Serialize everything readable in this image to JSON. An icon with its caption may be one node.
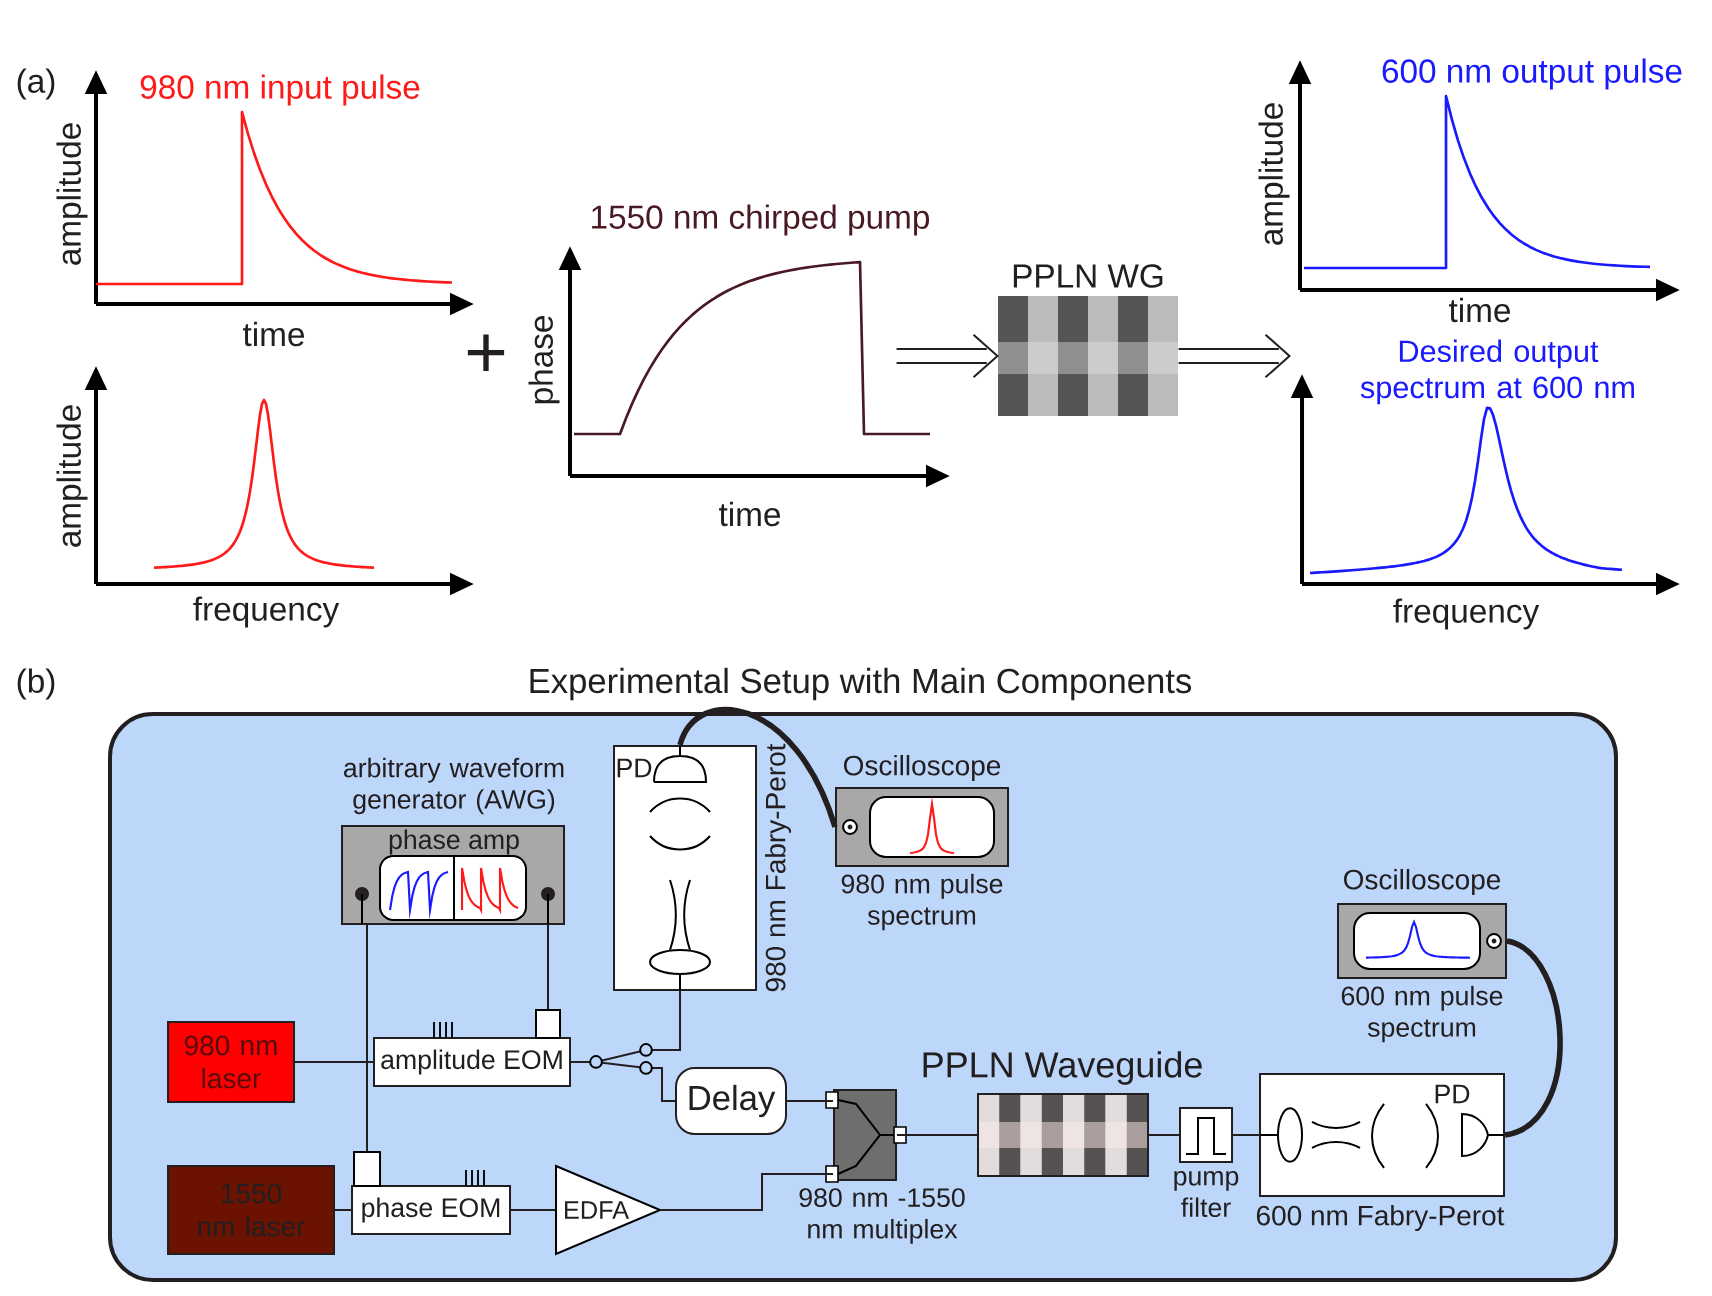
{
  "diagram": {
    "nodes": [
      {
        "text": [
          "980 nm input pulse",
          "amplitude",
          "time"
        ]
      },
      {
        "text": [
          "amplitude",
          "frequency"
        ]
      },
      {
        "text": [
          "1550 nm chirped pump",
          "phase",
          "time"
        ]
      },
      {
        "text": [
          "PPLN WG"
        ]
      },
      {
        "text": [
          "600 nm output pulse",
          "amplitude",
          "time"
        ]
      },
      {
        "text": [
          "Desired output spectrum at 600 nm",
          "frequency"
        ]
      },
      {
        "text": [
          "Experimental Setup with Main Components"
        ]
      },
      {
        "text": [
          "arbitrary waveform generator (AWG)",
          "phase amp"
        ],
        "in": 6
      },
      {
        "text": [
          "PD",
          "980 nm Fabry-Perot"
        ],
        "in": 6
      },
      {
        "text": [
          "Oscilloscope",
          "980 nm pulse spectrum"
        ],
        "in": 6
      },
      {
        "text": [
          "Oscilloscope",
          "600 nm pulse spectrum"
        ],
        "in": 6
      },
      {
        "text": [
          "980 nm laser"
        ],
        "in": 6
      },
      {
        "text": [
          "amplitude EOM"
        ],
        "in": 6
      },
      {
        "text": [
          "Delay"
        ],
        "in": 6
      },
      {
        "text": [
          "PPLN Waveguide"
        ],
        "in": 6
      },
      {
        "text": [
          "pump filter"
        ],
        "in": 6
      },
      {
        "text": [
          "PD",
          "600 nm Fabry-Perot"
        ],
        "in": 6
      },
      {
        "text": [
          "1550 nm laser"
        ],
        "in": 6
      },
      {
        "text": [
          "phase EOM"
        ],
        "in": 6
      },
      {
        "text": [
          "EDFA"
        ],
        "in": 6
      },
      {
        "text": [
          "980 nm -1550 nm multiplex"
        ],
        "in": 6
      }
    ],
    "edges": [
      {
        "from": 2,
        "to": 3,
        "arrow": "to"
      },
      {
        "from": 3,
        "to": 5,
        "arrow": "to"
      },
      {
        "from": 11,
        "to": 12,
        "arrow": "none"
      },
      {
        "from": 7,
        "to": 12,
        "arrow": "none"
      },
      {
        "from": 7,
        "to": 18,
        "arrow": "none"
      },
      {
        "from": 12,
        "to": 8,
        "arrow": "none"
      },
      {
        "from": 12,
        "to": 13,
        "arrow": "none"
      },
      {
        "from": 8,
        "to": 9,
        "arrow": "none",
        "style": "thick"
      },
      {
        "from": 13,
        "to": 20,
        "arrow": "none"
      },
      {
        "from": 17,
        "to": 18,
        "arrow": "none"
      },
      {
        "from": 18,
        "to": 19,
        "arrow": "none"
      },
      {
        "from": 19,
        "to": 20,
        "arrow": "none"
      },
      {
        "from": 20,
        "to": 14,
        "arrow": "none"
      },
      {
        "from": 14,
        "to": 15,
        "arrow": "none"
      },
      {
        "from": 15,
        "to": 16,
        "arrow": "none"
      },
      {
        "from": 16,
        "to": 10,
        "arrow": "none",
        "style": "thick"
      }
    ],
    "labels": [
      "(a)",
      "+",
      "(b)"
    ]
  }
}
